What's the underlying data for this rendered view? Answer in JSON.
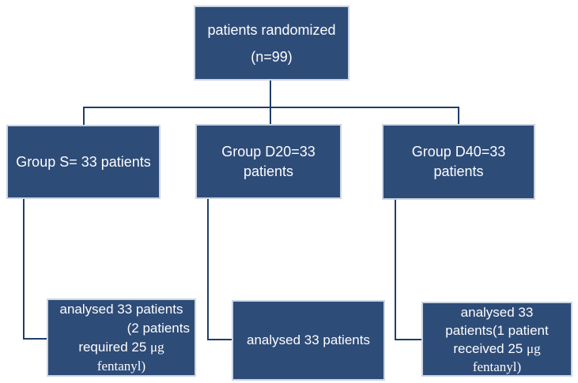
{
  "colors": {
    "box_fill": "#2E4C78",
    "box_border": "#CBD4E2",
    "connector_line": "#1F3E6B",
    "text": "#FDFDFD",
    "background": "#FFFFFF"
  },
  "diagram": {
    "type": "flowchart",
    "description": "patient randomization flow diagram",
    "boxes": [
      {
        "id": "randomized",
        "lines": [
          [
            {
              "t": "patients randomized"
            }
          ],
          [
            {
              "t": "(n=99)"
            }
          ]
        ]
      },
      {
        "id": "group-s",
        "lines": [
          [
            {
              "t": "Group S= 33 patients"
            }
          ]
        ]
      },
      {
        "id": "group-d20",
        "lines": [
          [
            {
              "t": "Group D20=33"
            }
          ],
          [
            {
              "t": "patients"
            }
          ]
        ]
      },
      {
        "id": "group-d40",
        "lines": [
          [
            {
              "t": "Group D40=33"
            }
          ],
          [
            {
              "t": "patients"
            }
          ]
        ]
      },
      {
        "id": "analysed-s",
        "lines": [
          [
            {
              "t": "analysed 33 patients"
            }
          ],
          [
            {
              "t": "(2 patients"
            }
          ],
          [
            {
              "t": "required 25 "
            },
            {
              "t": "μg",
              "serif": true
            }
          ],
          [
            {
              "t": "fentanyl)",
              "serif": true
            }
          ]
        ]
      },
      {
        "id": "analysed-d20",
        "lines": [
          [
            {
              "t": "analysed 33 patients"
            }
          ]
        ]
      },
      {
        "id": "analysed-d40",
        "lines": [
          [
            {
              "t": "analysed 33"
            }
          ],
          [
            {
              "t": "patients(1 patient"
            }
          ],
          [
            {
              "t": "received 25 "
            },
            {
              "t": "μg",
              "serif": true
            }
          ],
          [
            {
              "t": "fentanyl)",
              "serif": true
            }
          ]
        ]
      }
    ],
    "edges": [
      {
        "from": "randomized",
        "to": "group-s"
      },
      {
        "from": "randomized",
        "to": "group-d20"
      },
      {
        "from": "randomized",
        "to": "group-d40"
      },
      {
        "from": "group-s",
        "to": "analysed-s"
      },
      {
        "from": "group-d20",
        "to": "analysed-d20"
      },
      {
        "from": "group-d40",
        "to": "analysed-d40"
      }
    ]
  }
}
